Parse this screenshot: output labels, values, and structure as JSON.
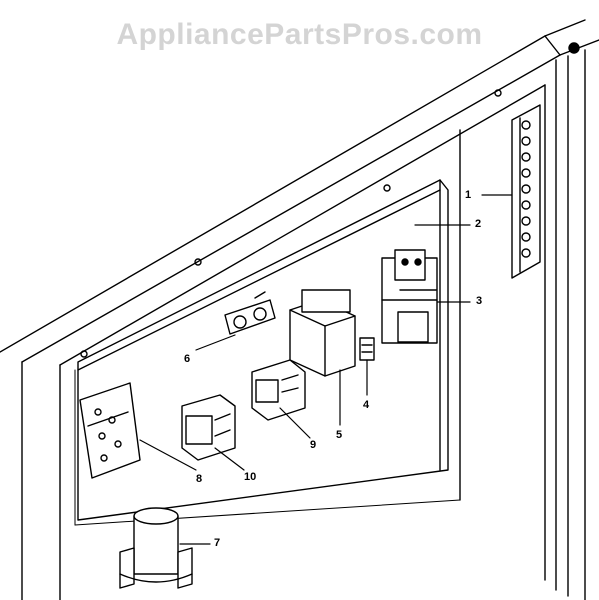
{
  "watermark": "AppliancePartsPros.com",
  "callouts": {
    "c1": "1",
    "c2": "2",
    "c3": "3",
    "c4": "4",
    "c5": "5",
    "c6": "6",
    "c7": "7",
    "c8": "8",
    "c9": "9",
    "c10": "10"
  },
  "colors": {
    "ink": "#000000",
    "paper": "#ffffff",
    "watermark": "#d4d4d4"
  }
}
